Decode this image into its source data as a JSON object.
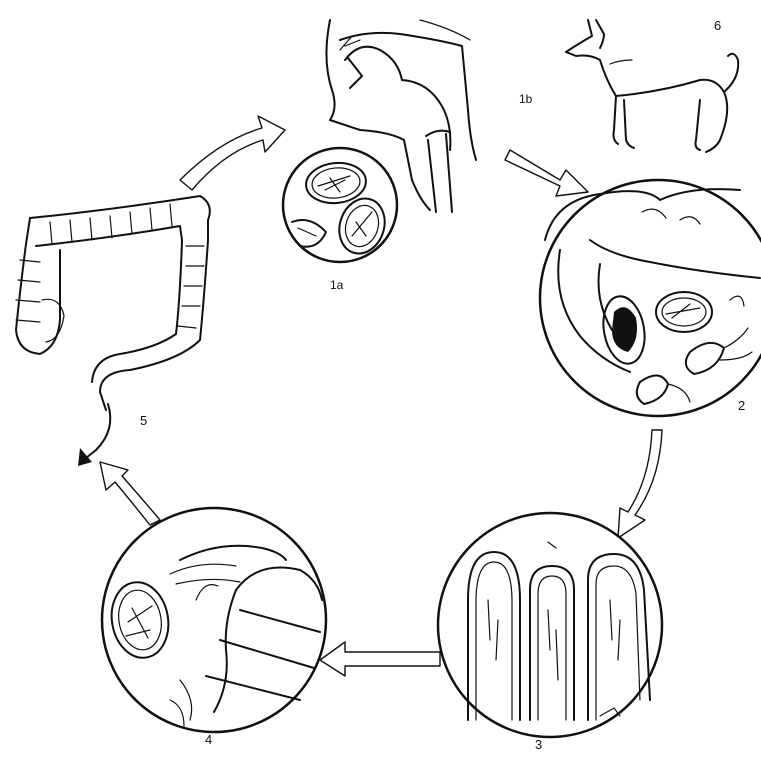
{
  "labels": {
    "stage_1a": "1a",
    "stage_1b": "1b",
    "stage_2": "2",
    "stage_3": "3",
    "stage_4": "4",
    "stage_5": "5",
    "stage_6": "6"
  }
}
